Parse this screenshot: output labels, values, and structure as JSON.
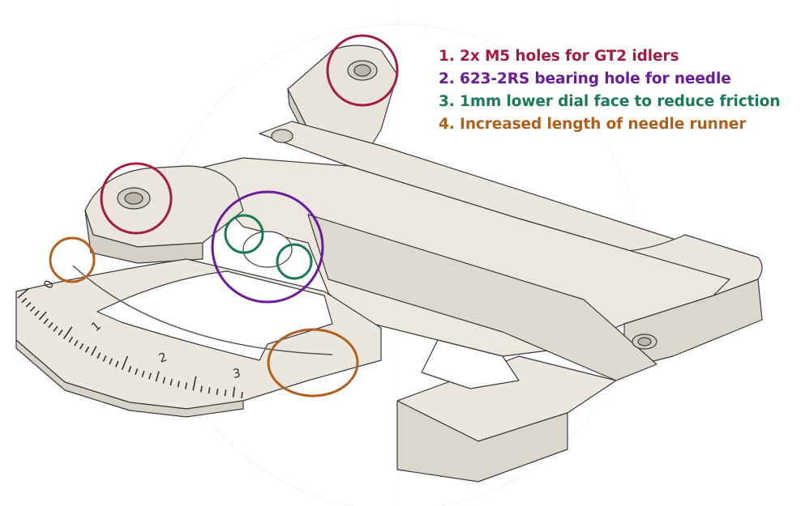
{
  "legend": {
    "items": [
      {
        "text": "1. 2x M5 holes for GT2 idlers",
        "color": "#a31d3f"
      },
      {
        "text": "2. 623-2RS bearing hole for needle",
        "color": "#6a1b9a"
      },
      {
        "text": "3. 1mm lower dial face to reduce friction",
        "color": "#1a7a56"
      },
      {
        "text": "4. Increased length of needle runner",
        "color": "#b0601c"
      }
    ]
  },
  "dial": {
    "labels": [
      "0",
      "1",
      "2",
      "3"
    ]
  },
  "colors": {
    "part": "#e8e4db",
    "part_dark": "#d6d1c6",
    "edge": "#3a3a3a",
    "crimson": "#a31d3f",
    "purple": "#6a1b9a",
    "green": "#1a7a56",
    "orange": "#b0601c"
  }
}
